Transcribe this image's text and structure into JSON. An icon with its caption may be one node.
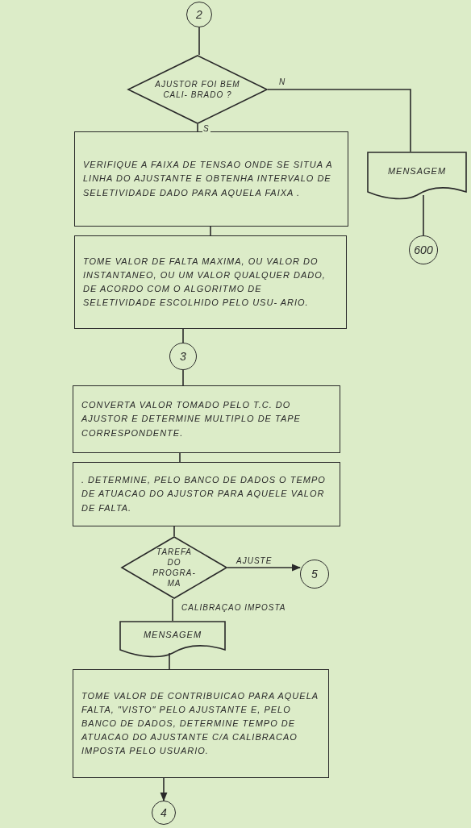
{
  "diagram": {
    "nodes": [
      {
        "text": [
          "2"
        ]
      },
      {
        "text": [
          "AJUSTOR FOI BEM CALI- BRADO ?"
        ]
      },
      {
        "text": [
          "VERIFIQUE A FAIXA DE TENSAO ONDE SE SITUA A LINHA DO AJUSTANTE E OBTENHA INTERVALO DE SELETIVIDADE DADO PARA AQUELA FAIXA ."
        ]
      },
      {
        "text": [
          "MENSAGEM"
        ]
      },
      {
        "text": [
          "600"
        ]
      },
      {
        "text": [
          "TOME VALOR DE FALTA MAXIMA, OU VALOR DO INSTANTANEO, OU UM VALOR QUALQUER DADO, DE ACORDO COM O ALGORITMO DE SELETIVIDADE ESCOLHIDO PELO USU- ARIO."
        ]
      },
      {
        "text": [
          "3"
        ]
      },
      {
        "text": [
          "CONVERTA VALOR TOMADO PELO T.C. DO AJUSTOR E DETERMINE MULTIPLO DE TAPE CORRESPONDENTE."
        ]
      },
      {
        "text": [
          ". DETERMINE, PELO BANCO DE DADOS O TEMPO DE ATUACAO DO AJUSTOR PARA AQUELE VALOR DE FALTA."
        ]
      },
      {
        "text": [
          "TAREFA DO PROGRA- MA"
        ]
      },
      {
        "text": [
          "5"
        ]
      },
      {
        "text": [
          "MENSAGEM"
        ]
      },
      {
        "text": [
          "TOME VALOR DE CONTRIBUICAO PARA AQUELA FALTA, \"VISTO\" PELO AJUSTANTE E, PELO BANCO DE DADOS, DETERMINE TEMPO DE ATUACAO DO AJUSTANTE C/A CALIBRACAO IMPOSTA PELO USUARIO."
        ]
      },
      {
        "text": [
          "4"
        ]
      }
    ],
    "edges": [
      {
        "from": 0,
        "to": 1,
        "arrow": "none"
      },
      {
        "from": 1,
        "to": 2,
        "arrow": "none",
        "label": "S"
      },
      {
        "from": 1,
        "to": 3,
        "arrow": "none",
        "label": "N"
      },
      {
        "from": 3,
        "to": 4,
        "arrow": "none"
      },
      {
        "from": 2,
        "to": 5,
        "arrow": "none"
      },
      {
        "from": 5,
        "to": 6,
        "arrow": "none"
      },
      {
        "from": 6,
        "to": 7,
        "arrow": "none"
      },
      {
        "from": 7,
        "to": 8,
        "arrow": "none"
      },
      {
        "from": 8,
        "to": 9,
        "arrow": "none"
      },
      {
        "from": 9,
        "to": 10,
        "arrow": "to",
        "label": "AJUSTE"
      },
      {
        "from": 9,
        "to": 11,
        "arrow": "none",
        "label": "CALIBRAÇAO IMPOSTA"
      },
      {
        "from": 11,
        "to": 12,
        "arrow": "none"
      },
      {
        "from": 12,
        "to": 13,
        "arrow": "to"
      }
    ]
  }
}
